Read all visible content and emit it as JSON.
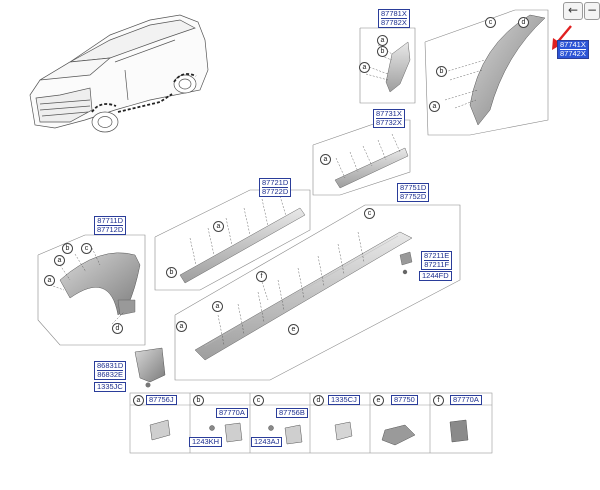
{
  "nav": {
    "back_glyph": "←",
    "menu_glyph": "−"
  },
  "colors": {
    "label_border": "#2a3d9a",
    "label_text": "#1d2f8f",
    "highlight": "#2d55d6",
    "arrow": "#e02020"
  },
  "labels": {
    "p87741": {
      "l1": "87741X",
      "l2": "87742X"
    },
    "p87781": {
      "l1": "87781X",
      "l2": "87782X"
    },
    "p87731": {
      "l1": "87731X",
      "l2": "87732X"
    },
    "p87721": {
      "l1": "87721D",
      "l2": "87722D"
    },
    "p87751": {
      "l1": "87751D",
      "l2": "87752D"
    },
    "p87711": {
      "l1": "87711D",
      "l2": "87712D"
    },
    "p87211": {
      "l1": "87211E",
      "l2": "87211F"
    },
    "p1244": {
      "l1": "1244FD"
    },
    "p86831": {
      "l1": "86831D",
      "l2": "86832E"
    },
    "p1335jc": {
      "l1": "1335JC"
    }
  },
  "callouts": [
    "a",
    "b",
    "c",
    "d",
    "e",
    "f"
  ],
  "legend": [
    {
      "letter": "a",
      "part": "87756J"
    },
    {
      "letter": "b",
      "part": "87770A",
      "sub": "1243KH"
    },
    {
      "letter": "c",
      "part": "87756B",
      "sub": "1243AJ"
    },
    {
      "letter": "d",
      "part": "1335CJ"
    },
    {
      "letter": "e",
      "part": "87750"
    },
    {
      "letter": "f",
      "part": "87770A"
    }
  ]
}
